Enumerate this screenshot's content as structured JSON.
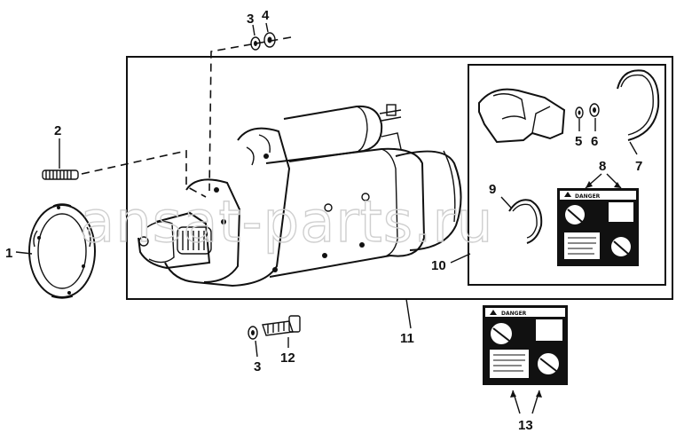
{
  "watermark": "ansat-parts.ru",
  "callouts": {
    "c1": "1",
    "c2": "2",
    "c3_top": "3",
    "c4": "4",
    "c5": "5",
    "c6": "6",
    "c7": "7",
    "c8": "8",
    "c9": "9",
    "c10": "10",
    "c11": "11",
    "c3_bottom": "3",
    "c12": "12",
    "c13": "13"
  },
  "decal_small": {
    "title": "DANGER"
  },
  "decal_large": {
    "title": "DANGER"
  }
}
